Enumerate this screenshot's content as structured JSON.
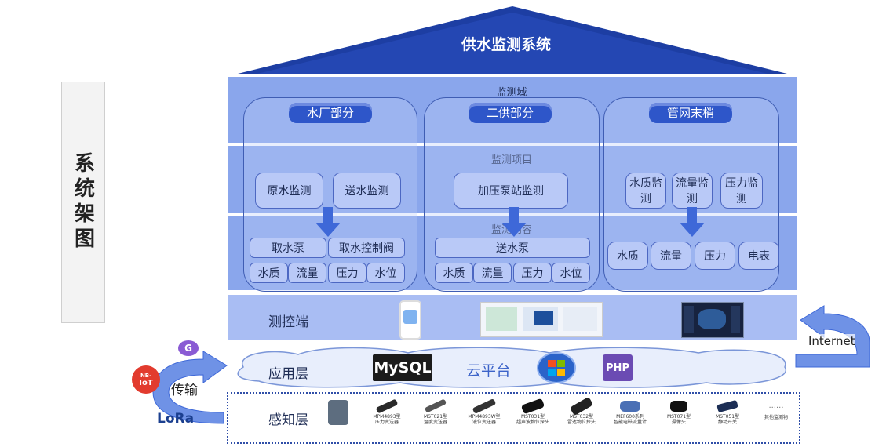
{
  "side_title": "系统架图",
  "roof_title": "供水监测系统",
  "band_labels": {
    "domain": "监测域",
    "items": "监测项目",
    "content": "监测内容"
  },
  "columns": [
    {
      "title": "水厂部分",
      "items": [
        "原水监测",
        "送水监测"
      ],
      "content_top": [
        "取水泵",
        "取水控制阀"
      ],
      "content_bottom": [
        "水质",
        "流量",
        "压力",
        "水位"
      ]
    },
    {
      "title": "二供部分",
      "items": [
        "加压泵站监测"
      ],
      "content_top": [
        "送水泵"
      ],
      "content_bottom": [
        "水质",
        "流量",
        "压力",
        "水位"
      ]
    },
    {
      "title": "管网末梢",
      "items": [
        "水质监测",
        "流量监测",
        "压力监测"
      ],
      "content_bottom": [
        "水质",
        "流量",
        "压力",
        "电表"
      ]
    }
  ],
  "layers": {
    "control": "测控端",
    "application": "应用层",
    "perception": "感知层"
  },
  "cloud_platform": "云平台",
  "logos": {
    "mysql": "MySQL",
    "php": "PHP"
  },
  "transport": {
    "internet": "Internet",
    "transmit": "传输",
    "lora": "LoRa",
    "nbiot_top": "NB-",
    "nbiot_bottom": "IoT",
    "g": "G"
  },
  "devices": [
    {
      "l1": "MPM4893型",
      "l2": "压力变送器"
    },
    {
      "l1": "MST021型",
      "l2": "温度变送器"
    },
    {
      "l1": "MPM4893W型",
      "l2": "液位变送器"
    },
    {
      "l1": "MST031型",
      "l2": "超声波物位探头"
    },
    {
      "l1": "MST032型",
      "l2": "雷达物位探头"
    },
    {
      "l1": "MEF600系列",
      "l2": "智能电磁流量计"
    },
    {
      "l1": "MST071型",
      "l2": "摄像头"
    },
    {
      "l1": "MST051型",
      "l2": "静动开关"
    },
    {
      "l1": "",
      "l2": "其他监测物"
    }
  ],
  "more_dots": "......",
  "colors": {
    "roof": "#1d3ea3",
    "band": "#8aa6ec",
    "cylinder": "#2e56c9",
    "arrow": "#3e68d8"
  }
}
